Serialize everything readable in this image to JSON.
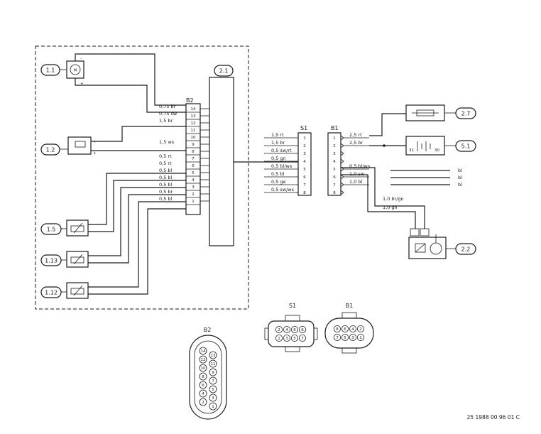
{
  "components": {
    "c11": "1.1",
    "c12": "1.2",
    "c15": "1.5",
    "c113": "1.13",
    "c112": "1.12",
    "c21": "2.1",
    "c27": "2.7",
    "c51": "5.1",
    "c22": "2.2"
  },
  "connectors": {
    "b2": "B2",
    "s1": "S1",
    "b1": "B1"
  },
  "motor_symbol": "M",
  "polarity": {
    "minus": "-",
    "plus": "+"
  },
  "battery_marks": {
    "left": "31",
    "right": "30"
  },
  "b2_wires": [
    {
      "label": "0,75 br",
      "pin": "14"
    },
    {
      "label": "0,75 sw",
      "pin": "13"
    },
    {
      "label": "1,5 br",
      "pin": "12"
    },
    {
      "label": "",
      "pin": "11"
    },
    {
      "label": "",
      "pin": "10"
    },
    {
      "label": "1,5 ws",
      "pin": "9"
    },
    {
      "label": "",
      "pin": "8"
    },
    {
      "label": "0,5 rt",
      "pin": "7"
    },
    {
      "label": "0,5 rt",
      "pin": "6"
    },
    {
      "label": "0,5 bl",
      "pin": "5"
    },
    {
      "label": "0,5 bl",
      "pin": "4"
    },
    {
      "label": "0,5 bl",
      "pin": "3"
    },
    {
      "label": "0,5 br",
      "pin": "2"
    },
    {
      "label": "0,5 bl",
      "pin": "1"
    }
  ],
  "s1_wires": [
    {
      "label": "1,5 rt",
      "pin": "1"
    },
    {
      "label": "1,5 br",
      "pin": "2"
    },
    {
      "label": "0,5 sw/rt",
      "pin": "3"
    },
    {
      "label": "0,5 gn",
      "pin": "4"
    },
    {
      "label": "0,5 bl/ws",
      "pin": "5"
    },
    {
      "label": "0,5 bl",
      "pin": "6"
    },
    {
      "label": "0,5 ge",
      "pin": "7"
    },
    {
      "label": "0,5 sw/ws",
      "pin": "8"
    }
  ],
  "b1_wires": [
    {
      "label": "2,5 rt",
      "pin": "1"
    },
    {
      "label": "2,5 br",
      "pin": "2"
    },
    {
      "label": "",
      "pin": "3"
    },
    {
      "label": "",
      "pin": "4"
    },
    {
      "label": "0,5 bl/ws",
      "pin": "5"
    },
    {
      "label": "1,0 sw",
      "pin": "6"
    },
    {
      "label": "1,0 bl",
      "pin": "7"
    },
    {
      "label": "",
      "pin": "8"
    }
  ],
  "b1_extra": {
    "w1": "1,0 br/gn",
    "w2": "1,0 gn"
  },
  "right_ends": [
    "bl",
    "bl",
    "bl"
  ],
  "s1_face": {
    "top": [
      "2",
      "4",
      "6",
      "8"
    ],
    "bottom": [
      "1",
      "3",
      "5",
      "7"
    ]
  },
  "b1_face": {
    "top": [
      "8",
      "6",
      "4",
      "2"
    ],
    "bottom": [
      "7",
      "5",
      "3",
      "1"
    ]
  },
  "b2_face": {
    "left": [
      "14",
      "12",
      "10",
      "8",
      "6",
      "4",
      "2"
    ],
    "right": [
      "13",
      "11",
      "9",
      "7",
      "5",
      "3",
      "1"
    ]
  },
  "drawing_number": "25 1988 00 96 01 C"
}
